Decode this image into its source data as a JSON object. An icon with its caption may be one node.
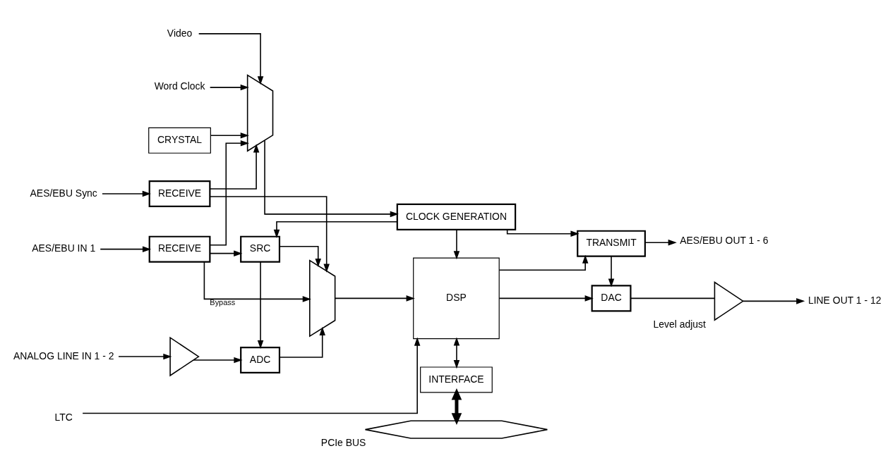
{
  "diagram": {
    "nodes": [
      {
        "text": [
          "CRYSTAL"
        ]
      },
      {
        "text": [
          "Video"
        ]
      },
      {
        "text": [
          "Word Clock"
        ]
      },
      {
        "text": [
          "AES/EBU Sync"
        ]
      },
      {
        "text": [
          "RECEIVE"
        ]
      },
      {
        "text": [],
        "shape": "trapezoid"
      },
      {
        "text": [
          "CLOCK GENERATION"
        ]
      },
      {
        "text": [
          "AES/EBU IN 1"
        ]
      },
      {
        "text": [
          "RECEIVE"
        ]
      },
      {
        "text": [
          "SRC"
        ]
      },
      {
        "text": [],
        "shape": "trapezoid"
      },
      {
        "text": [
          "ANALOG LINE IN 1 - 2"
        ]
      },
      {
        "text": [],
        "shape": "triangle"
      },
      {
        "text": [
          "ADC"
        ]
      },
      {
        "text": [
          "DSP"
        ]
      },
      {
        "text": [
          "TRANSMIT"
        ]
      },
      {
        "text": [
          "AES/EBU OUT 1 - 6"
        ]
      },
      {
        "text": [
          "DAC"
        ]
      },
      {
        "text": [],
        "shape": "triangle",
        "beside": [
          "Level adjust"
        ]
      },
      {
        "text": [
          "LINE OUT 1 - 12"
        ]
      },
      {
        "text": [
          "LTC"
        ]
      },
      {
        "text": [
          "INTERFACE"
        ]
      },
      {
        "text": [],
        "shape": "arrow",
        "beside": [
          "PCIe BUS"
        ]
      }
    ],
    "edges": [
      {
        "from": 0,
        "to": 5,
        "arrow": "to"
      },
      {
        "from": 1,
        "to": 5,
        "arrow": "to"
      },
      {
        "from": 2,
        "to": 5,
        "arrow": "to"
      },
      {
        "from": 3,
        "to": 4,
        "arrow": "to"
      },
      {
        "from": 4,
        "to": 5,
        "arrow": "to"
      },
      {
        "from": 4,
        "to": 10,
        "arrow": "to"
      },
      {
        "from": 8,
        "to": 5,
        "arrow": "to"
      },
      {
        "from": 5,
        "to": 6,
        "arrow": "to"
      },
      {
        "from": 6,
        "to": 9,
        "arrow": "to"
      },
      {
        "from": 6,
        "to": 14,
        "arrow": "to"
      },
      {
        "from": 6,
        "to": 15,
        "arrow": "to"
      },
      {
        "from": 7,
        "to": 8,
        "arrow": "to"
      },
      {
        "from": 8,
        "to": 9,
        "arrow": "to"
      },
      {
        "from": 8,
        "to": 10,
        "arrow": "to",
        "label": "Bypass"
      },
      {
        "from": 9,
        "to": 10,
        "arrow": "to"
      },
      {
        "from": 9,
        "to": 13,
        "arrow": "to"
      },
      {
        "from": 11,
        "to": 12,
        "arrow": "to"
      },
      {
        "from": 12,
        "to": 13,
        "arrow": "to"
      },
      {
        "from": 13,
        "to": 10,
        "arrow": "to"
      },
      {
        "from": 10,
        "to": 14,
        "arrow": "to"
      },
      {
        "from": 20,
        "to": 14,
        "arrow": "to"
      },
      {
        "from": 14,
        "to": 21,
        "arrow": "both"
      },
      {
        "from": 14,
        "to": 15,
        "arrow": "to"
      },
      {
        "from": 14,
        "to": 17,
        "arrow": "to"
      },
      {
        "from": 15,
        "to": 16,
        "arrow": "to"
      },
      {
        "from": 15,
        "to": 17,
        "arrow": "to"
      },
      {
        "from": 17,
        "to": 18,
        "arrow": "none"
      },
      {
        "from": 18,
        "to": 19,
        "arrow": "to"
      },
      {
        "from": 21,
        "to": 22,
        "arrow": "both",
        "style": "thick"
      }
    ]
  }
}
